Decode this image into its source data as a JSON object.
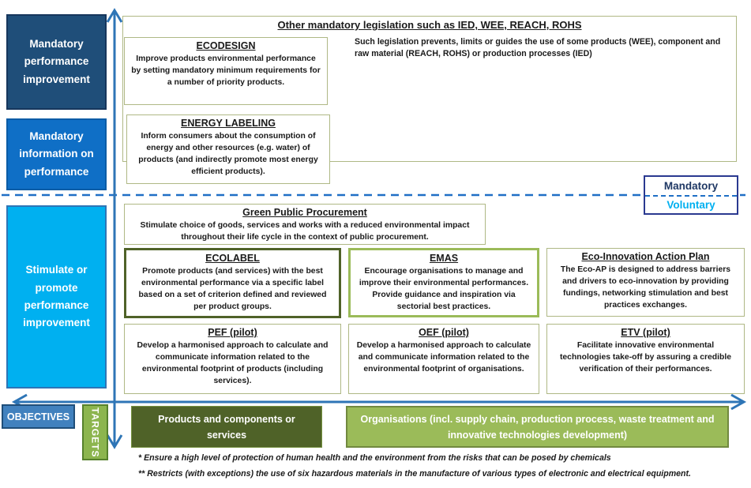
{
  "colors": {
    "navy_box": "#1F4E79",
    "blue_box": "#0F6FC6",
    "cyan_box": "#00B0F0",
    "axis_blue": "#2E75B6",
    "dashed_blue": "#1F6FC6",
    "dark_green": "#4F6228",
    "light_green": "#9BBB59",
    "sage_border": "#AFB885",
    "mandatory_text": "#1F3864",
    "voluntary_text": "#00B0F0"
  },
  "left_column": {
    "mandatory_performance": "Mandatory performance improvement",
    "mandatory_information": "Mandatory information on performance",
    "stimulate_promote": "Stimulate or promote performance improvement"
  },
  "top_section": {
    "title": "Other mandatory legislation such as IED, WEE, REACH, ROHS",
    "subtitle": "Such legislation prevents, limits or guides the use of some products (WEE), component and raw material (REACH, ROHS) or production processes (IED)"
  },
  "instruments": {
    "ecodesign": {
      "title": "ECODESIGN",
      "body": "Improve products environmental performance by setting mandatory minimum requirements for a number of priority products."
    },
    "energy_labeling": {
      "title": "ENERGY LABELING",
      "body": "Inform consumers about the consumption of energy and other resources (e.g. water) of products (and indirectly promote most energy efficient products)."
    },
    "gpp": {
      "title": "Green Public Procurement",
      "body": "Stimulate choice of goods, services and works with a reduced environmental impact throughout their life cycle in the context of public procurement."
    },
    "ecolabel": {
      "title": "ECOLABEL",
      "body": "Promote products (and services) with the best environmental performance via a specific label based on a set of criterion defined and reviewed per product groups."
    },
    "emas": {
      "title": "EMAS",
      "body": "Encourage organisations to manage and improve their environmental performances. Provide guidance and inspiration via sectorial best practices."
    },
    "ecoap": {
      "title": "Eco-Innovation Action Plan",
      "body": "The Eco-AP is designed to address barriers and drivers to eco-innovation by providing fundings, networking stimulation and best practices exchanges."
    },
    "pef": {
      "title": "PEF (pilot)",
      "body": "Develop a harmonised approach to calculate and communicate information related to the environmental footprint of products (including services)."
    },
    "oef": {
      "title": "OEF (pilot)",
      "body": "Develop a harmonised approach to calculate and communicate information related to the environmental footprint of organisations."
    },
    "etv": {
      "title": "ETV (pilot)",
      "body": "Facilitate innovative environmental technologies take-off by assuring a credible verification of their performances."
    }
  },
  "legend": {
    "mandatory": "Mandatory",
    "voluntary": "Voluntary"
  },
  "axes": {
    "objectives": "OBJECTIVES",
    "targets": "TARGETS"
  },
  "targets_row": {
    "products": "Products and components or services",
    "organisations": "Organisations (incl. supply chain, production process, waste treatment and innovative technologies development)"
  },
  "footnotes": [
    "* Ensure a high level of protection of human health and the environment from the risks that can be posed by chemicals",
    "** Restricts (with exceptions) the use of six hazardous materials in the manufacture of various types of electronic and electrical equipment."
  ]
}
